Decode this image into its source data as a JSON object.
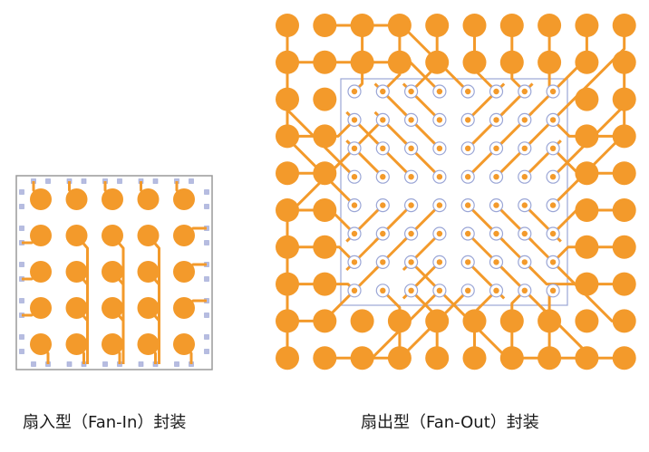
{
  "captions": {
    "fan_in": "扇入型（Fan-In）封装",
    "fan_out": "扇出型（Fan-Out）封装"
  },
  "colors": {
    "pad": "#F39A2B",
    "trace": "#F39A2B",
    "frame": "#9A9A9A",
    "via_ring": "#9BA6D6",
    "via_pad": "#B7BCE0"
  },
  "fan_in_package": {
    "ball_grid": [
      5,
      5
    ]
  },
  "fan_out_package": {
    "ball_grid": [
      10,
      10
    ],
    "inner_pad_grid": [
      8,
      8
    ]
  }
}
